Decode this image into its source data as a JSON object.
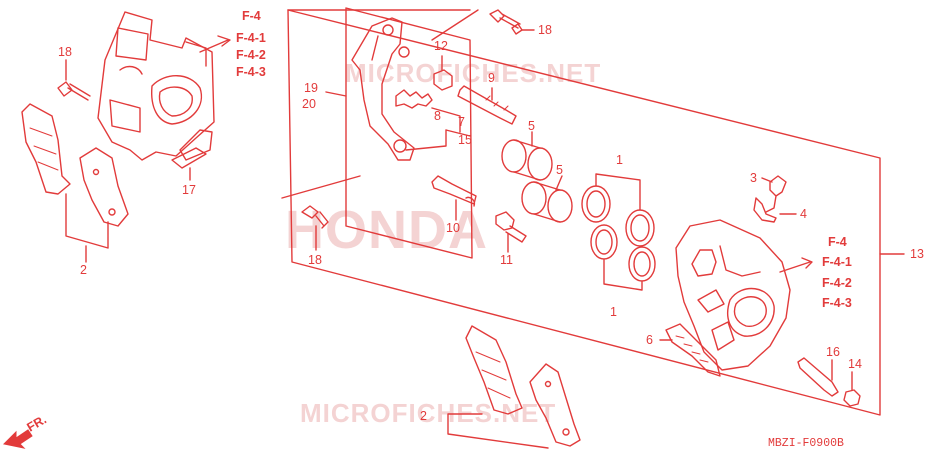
{
  "accent_color": "#e23b3b",
  "watermarks": {
    "top": "MICROFICHES.NET",
    "center": "HONDA",
    "bottom": "MICROFICHES.NET"
  },
  "direction_label": "FR.",
  "diagram_code": "MBZI-F0900B",
  "ref_groups": {
    "upper_left": [
      "F-4",
      "F-4-1",
      "F-4-2",
      "F-4-3"
    ],
    "right": [
      "F-4",
      "F-4-1",
      "F-4-2",
      "F-4-3"
    ]
  },
  "callouts": {
    "c1a": "1",
    "c1b": "1",
    "c2a": "2",
    "c2b": "2",
    "c3": "3",
    "c4": "4",
    "c5a": "5",
    "c5b": "5",
    "c6": "6",
    "c7": "7",
    "c8": "8",
    "c9": "9",
    "c10": "10",
    "c11": "11",
    "c12": "12",
    "c13": "13",
    "c14": "14",
    "c15": "15",
    "c16": "16",
    "c17": "17",
    "c18a": "18",
    "c18b": "18",
    "c18c": "18",
    "c19": "19",
    "c20": "20"
  }
}
